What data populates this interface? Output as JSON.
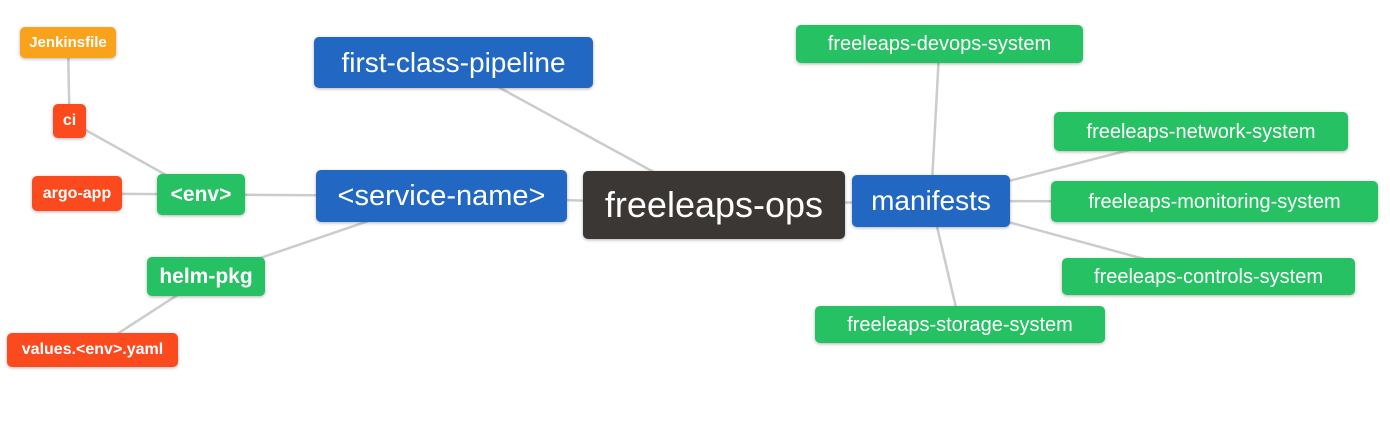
{
  "diagram": {
    "type": "mindmap",
    "root_label": "freeleaps-ops",
    "palette": {
      "blue": "#2267C2",
      "green": "#26C163",
      "orange": "#F9A21C",
      "red": "#FB4A1E",
      "dark": "#3B3735",
      "edge": "#CCCCCC",
      "background": "#FFFFFF",
      "node_text": "#FFFFFF"
    },
    "nodes": [
      {
        "id": "freeleaps-ops",
        "label": "freeleaps-ops",
        "color": "dark"
      },
      {
        "id": "first-class-pipeline",
        "label": "first-class-pipeline",
        "color": "blue"
      },
      {
        "id": "service-name",
        "label": "<service-name>",
        "color": "blue"
      },
      {
        "id": "manifests",
        "label": "manifests",
        "color": "blue"
      },
      {
        "id": "env",
        "label": "<env>",
        "color": "green"
      },
      {
        "id": "helm-pkg",
        "label": "helm-pkg",
        "color": "green"
      },
      {
        "id": "jenkinsfile",
        "label": "Jenkinsfile",
        "color": "orange"
      },
      {
        "id": "ci",
        "label": "ci",
        "color": "red"
      },
      {
        "id": "argo-app",
        "label": "argo-app",
        "color": "red"
      },
      {
        "id": "values-env-yaml",
        "label": "values.<env>.yaml",
        "color": "red"
      },
      {
        "id": "devops-system",
        "label": "freeleaps-devops-system",
        "color": "green"
      },
      {
        "id": "network-system",
        "label": "freeleaps-network-system",
        "color": "green"
      },
      {
        "id": "monitoring-system",
        "label": "freeleaps-monitoring-system",
        "color": "green"
      },
      {
        "id": "controls-system",
        "label": "freeleaps-controls-system",
        "color": "green"
      },
      {
        "id": "storage-system",
        "label": "freeleaps-storage-system",
        "color": "green"
      }
    ],
    "edges": [
      [
        "jenkinsfile",
        "ci"
      ],
      [
        "ci",
        "env"
      ],
      [
        "argo-app",
        "env"
      ],
      [
        "env",
        "service-name"
      ],
      [
        "helm-pkg",
        "service-name"
      ],
      [
        "values-env-yaml",
        "helm-pkg"
      ],
      [
        "service-name",
        "freeleaps-ops"
      ],
      [
        "first-class-pipeline",
        "freeleaps-ops"
      ],
      [
        "freeleaps-ops",
        "manifests"
      ],
      [
        "manifests",
        "devops-system"
      ],
      [
        "manifests",
        "network-system"
      ],
      [
        "manifests",
        "monitoring-system"
      ],
      [
        "manifests",
        "controls-system"
      ],
      [
        "manifests",
        "storage-system"
      ]
    ]
  }
}
